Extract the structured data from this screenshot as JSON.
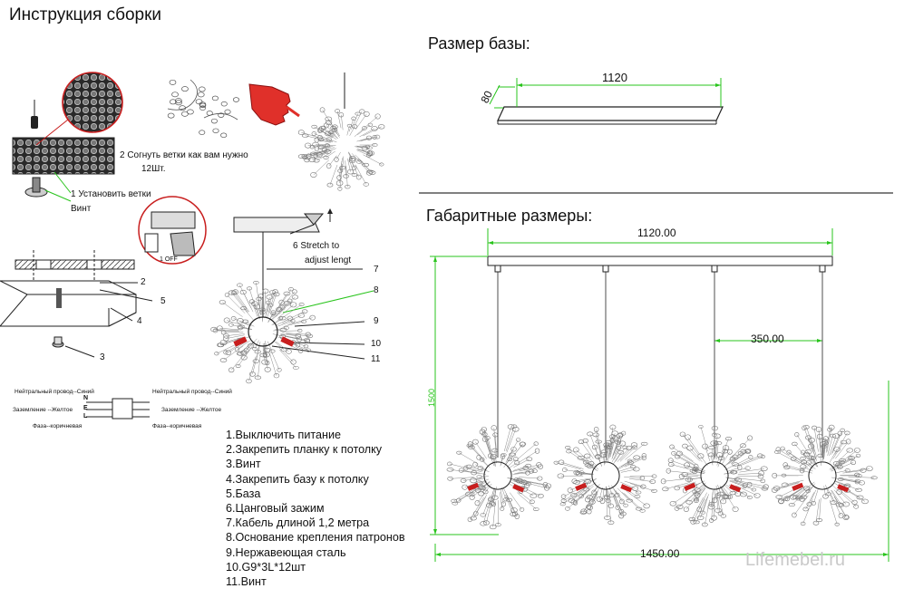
{
  "title": "Инструкция сборки",
  "base_size": {
    "heading": "Размер базы:",
    "width_label": "1120",
    "depth_label": "80"
  },
  "overall": {
    "heading": "Габаритные размеры:",
    "width_label": "1120.00",
    "spacing_label": "350.00",
    "height_label": "1500",
    "total_width_label": "1450.00"
  },
  "left_notes": {
    "bend": "2 Согнуть ветки как вам нужно",
    "qty": "12Шт.",
    "install": "1 Установить ветки",
    "screw": "Винт",
    "stretch": "6  Stretch to",
    "adjust": "adjust lengt",
    "off": "1  OFF"
  },
  "callouts": [
    "7",
    "8",
    "9",
    "10",
    "11",
    "2",
    "5",
    "4",
    "3"
  ],
  "wiring": {
    "neutral": "Нейтральный провод--Синий",
    "ground": "Заземление --Желтое",
    "phase": "Фаза--коричневая",
    "neutral_r": "Нейтральный провод--Синий",
    "ground_r": "Заземление --Желтое",
    "phase_r": "Фаза--коричневая",
    "n": "N",
    "e": "E",
    "l": "L"
  },
  "steps": [
    "1.Выключить питание",
    "2.Закрепить планку к потолку",
    "3.Винт",
    "4.Закрепить базу к потолку",
    "5.База",
    "6.Цанговый зажим",
    "7.Кабель длиной 1,2 метра",
    "8.Основание крепления патронов",
    "9.Нержавеющая сталь",
    "10.G9*3L*12шт",
    "11.Винт"
  ],
  "watermark": "Lifemebel.ru",
  "colors": {
    "dimension_green": "#29c41c",
    "hand_red": "#e0302a",
    "socket_red": "#c81e1e"
  }
}
